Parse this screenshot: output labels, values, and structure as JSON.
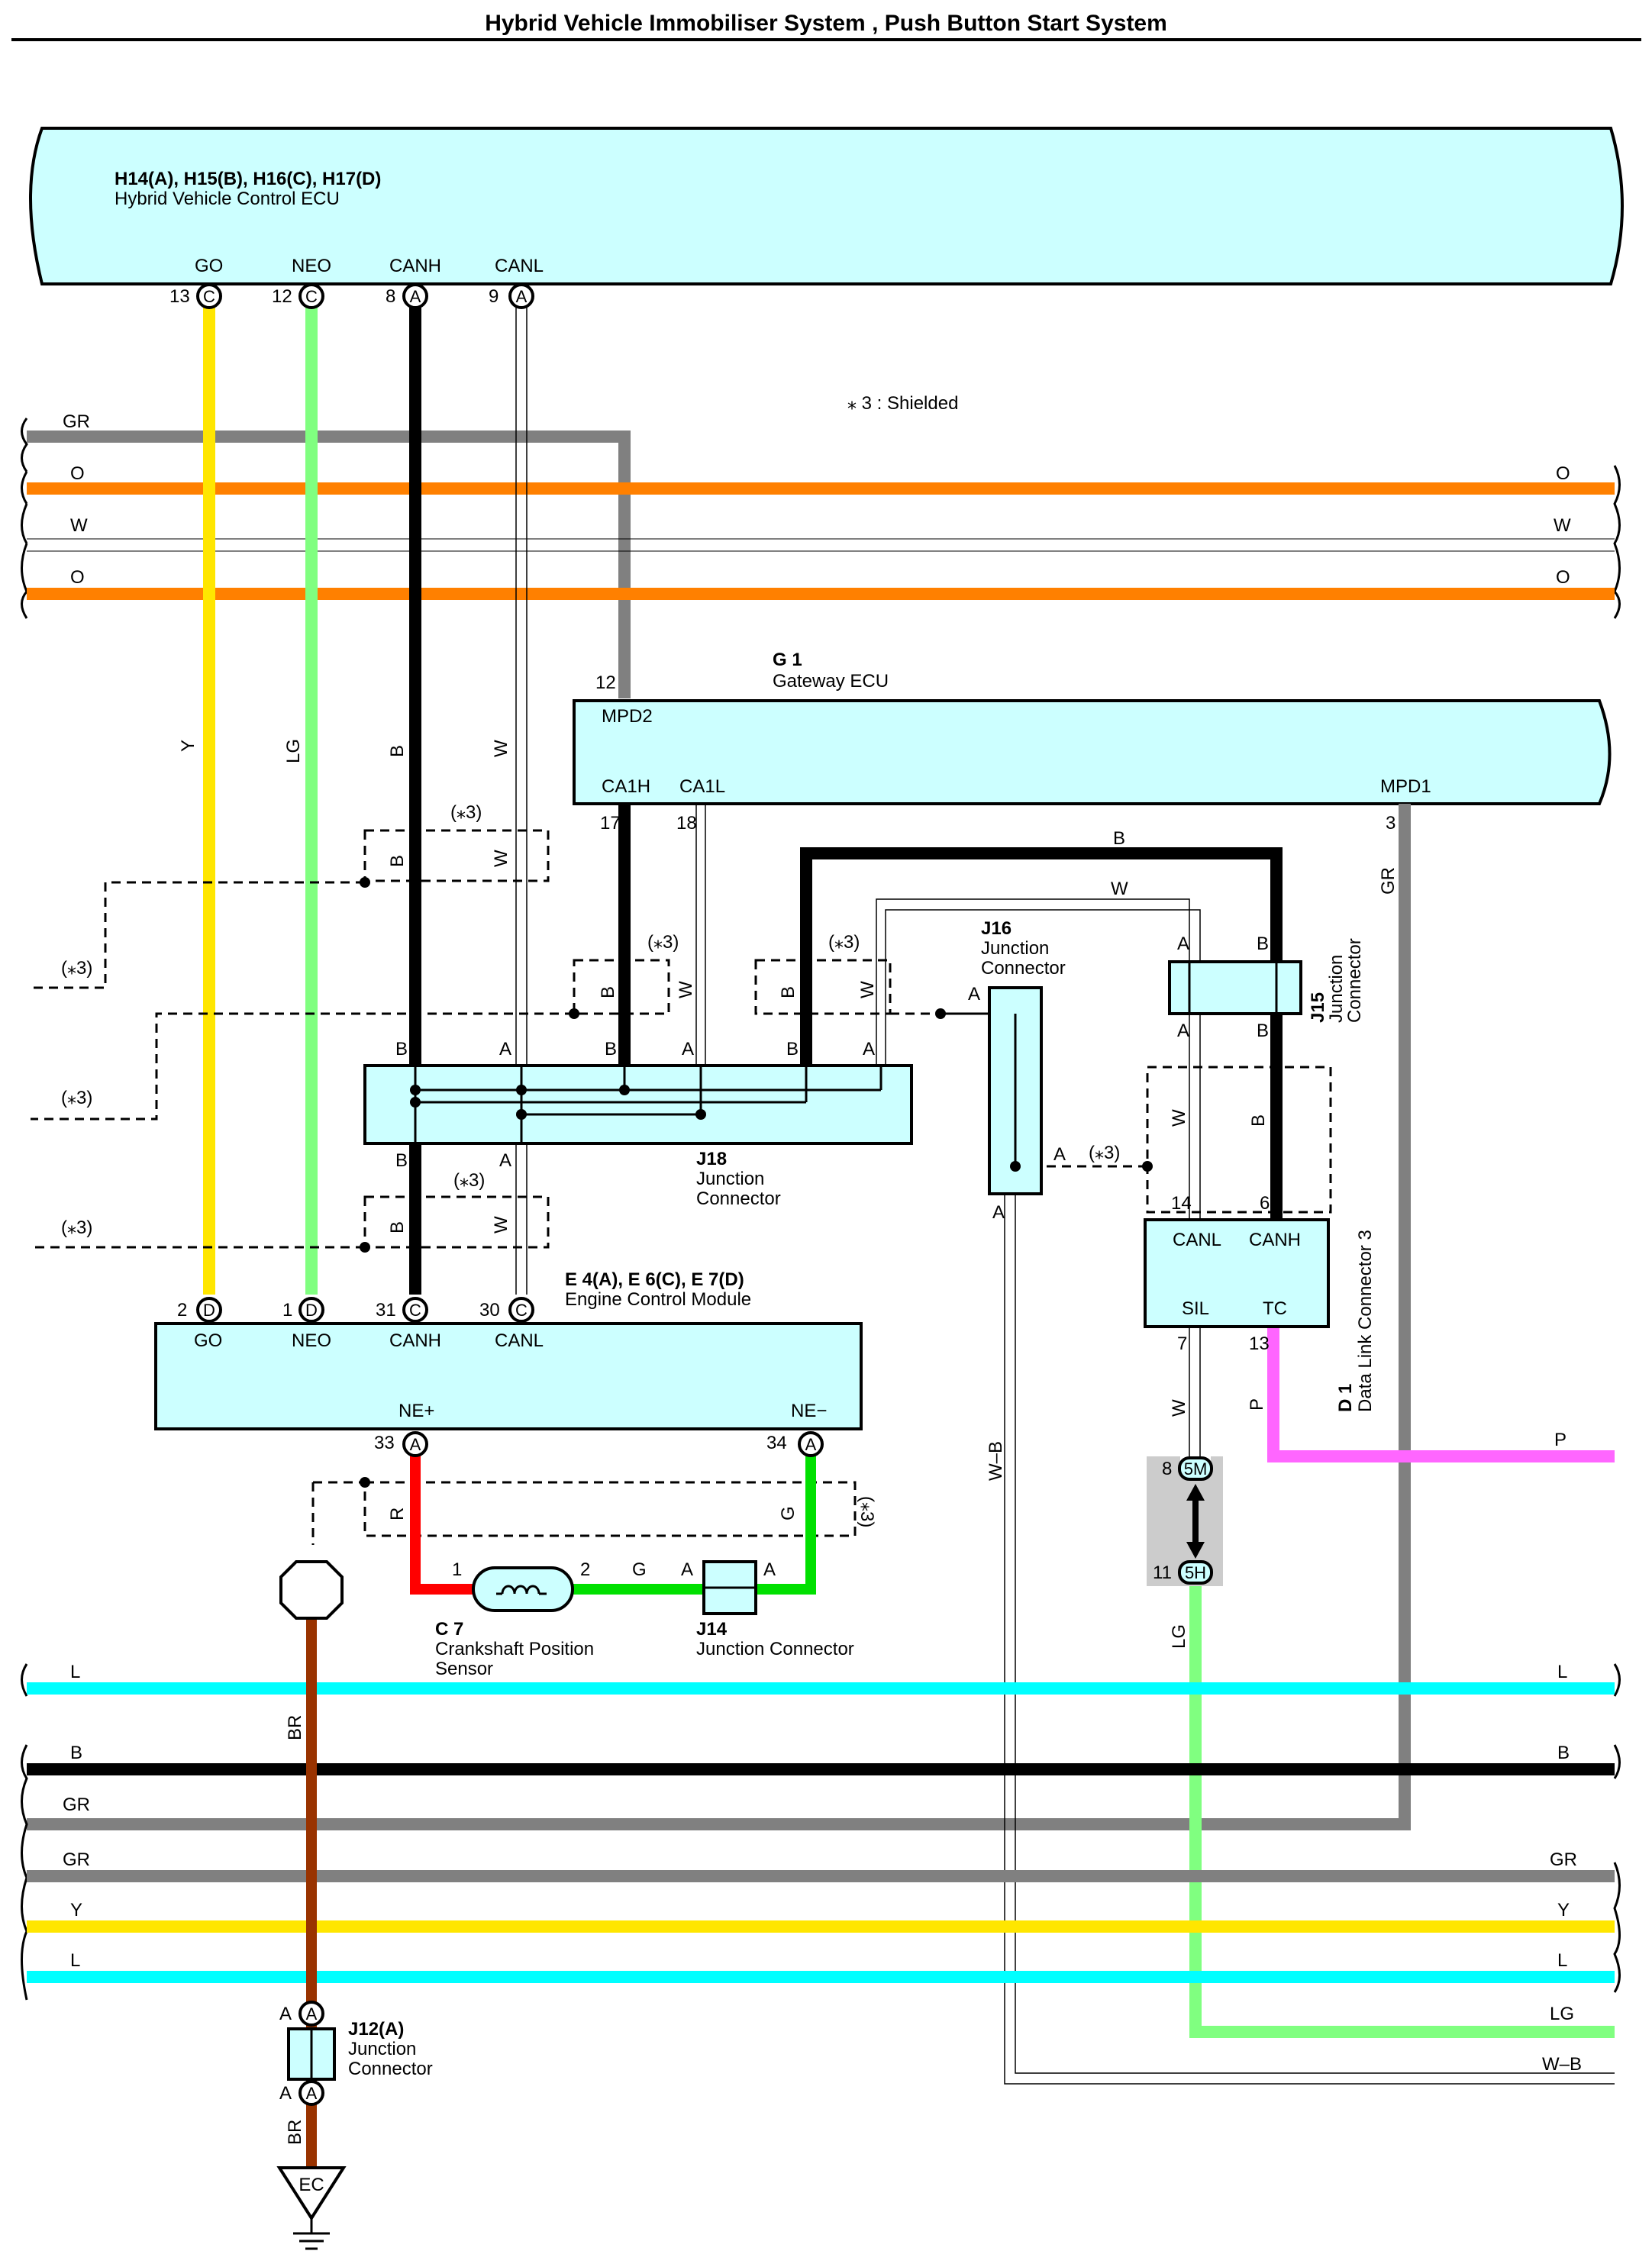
{
  "title": "Hybrid Vehicle Immobiliser System , Push Button Start System",
  "shield_note": "⁎ 3 : Shielded",
  "shield_tag": "(⁎3)",
  "colors": {
    "yellow": "#FFE600",
    "green": "#80FF80",
    "black": "#000000",
    "white": "#FFFFFF",
    "gray": "#808080",
    "orange": "#FF8000",
    "cyan": "#00FFFF",
    "brown": "#993300",
    "pink": "#FF66FF",
    "red": "#FF0000",
    "bright_green": "#00E000",
    "box": "#CCFFFF"
  },
  "hv_ecu": {
    "code": "H14(A), H15(B), H16(C), H17(D)",
    "name": "Hybrid Vehicle Control ECU",
    "terminals": [
      {
        "label": "GO",
        "pin": "13",
        "conn": "C"
      },
      {
        "label": "NEO",
        "pin": "12",
        "conn": "C"
      },
      {
        "label": "CANH",
        "pin": "8",
        "conn": "A"
      },
      {
        "label": "CANL",
        "pin": "9",
        "conn": "A"
      }
    ]
  },
  "gateway": {
    "code": "G 1",
    "name": "Gateway ECU",
    "mpd2": "MPD2",
    "mpd2_pin": "12",
    "ca1h": "CA1H",
    "ca1h_pin": "17",
    "ca1l": "CA1L",
    "ca1l_pin": "18",
    "mpd1": "MPD1",
    "mpd1_pin": "3"
  },
  "ecm": {
    "code": "E 4(A), E 6(C), E 7(D)",
    "name": "Engine Control Module",
    "terminals": [
      {
        "label": "GO",
        "pin": "2",
        "conn": "D"
      },
      {
        "label": "NEO",
        "pin": "1",
        "conn": "D"
      },
      {
        "label": "CANH",
        "pin": "31",
        "conn": "C"
      },
      {
        "label": "CANL",
        "pin": "30",
        "conn": "C"
      }
    ],
    "nep": "NE+",
    "nep_pin": "33",
    "nep_conn": "A",
    "nem": "NE−",
    "nem_pin": "34",
    "nem_conn": "A"
  },
  "j18": {
    "code": "J18",
    "name1": "Junction",
    "name2": "Connector"
  },
  "j16": {
    "code": "J16",
    "name1": "Junction",
    "name2": "Connector"
  },
  "j15": {
    "code": "J15",
    "name1": "Junction",
    "name2": "Connector"
  },
  "j14": {
    "code": "J14",
    "name": "Junction Connector"
  },
  "j12": {
    "code": "J12(A)",
    "name1": "Junction",
    "name2": "Connector"
  },
  "c7": {
    "code": "C 7",
    "name1": "Crankshaft Position",
    "name2": "Sensor",
    "pin1": "1",
    "pin2": "2"
  },
  "dlc": {
    "code": "D 1",
    "name": "Data Link Connector 3",
    "canl": "CANL",
    "canh": "CANH",
    "sil": "SIL",
    "tc": "TC",
    "canl_pin": "14",
    "canh_pin": "6",
    "sil_pin": "7",
    "tc_pin": "13"
  },
  "jj": {
    "top_pin": "8",
    "top_conn": "5M",
    "bot_pin": "11",
    "bot_conn": "5H"
  },
  "ground": {
    "label": "EC"
  },
  "wire_labels": {
    "Y": "Y",
    "LG": "LG",
    "B": "B",
    "W": "W",
    "GR": "GR",
    "O": "O",
    "L": "L",
    "R": "R",
    "G": "G",
    "BR": "BR",
    "P": "P",
    "WB": "W–B",
    "A": "A"
  }
}
